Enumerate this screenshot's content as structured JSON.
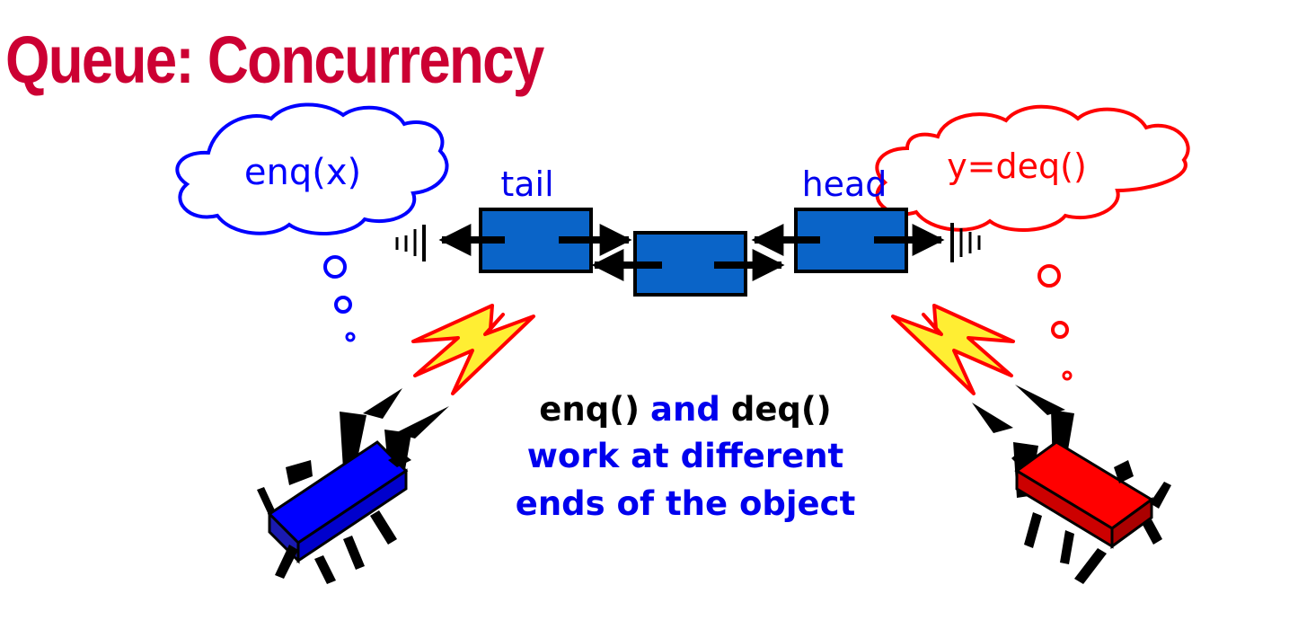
{
  "title": "Queue: Concurrency",
  "left_thread": {
    "thought": "enq(x)",
    "color": "#0000ff"
  },
  "right_thread": {
    "thought": "y=deq()",
    "color": "#ff0000"
  },
  "queue": {
    "tail_label": "tail",
    "head_label": "head",
    "node_color": "#0a64c8"
  },
  "caption": {
    "line1_enq": "enq()",
    "line1_and": "and",
    "line1_deq": "deq()",
    "line2": "work at different",
    "line3": "ends of the object"
  },
  "colors": {
    "title": "#cc0033",
    "caption_black": "#000000",
    "caption_blue": "#0000ee",
    "lightning_fill": "#ffee33",
    "lightning_stroke": "#ff0000"
  }
}
